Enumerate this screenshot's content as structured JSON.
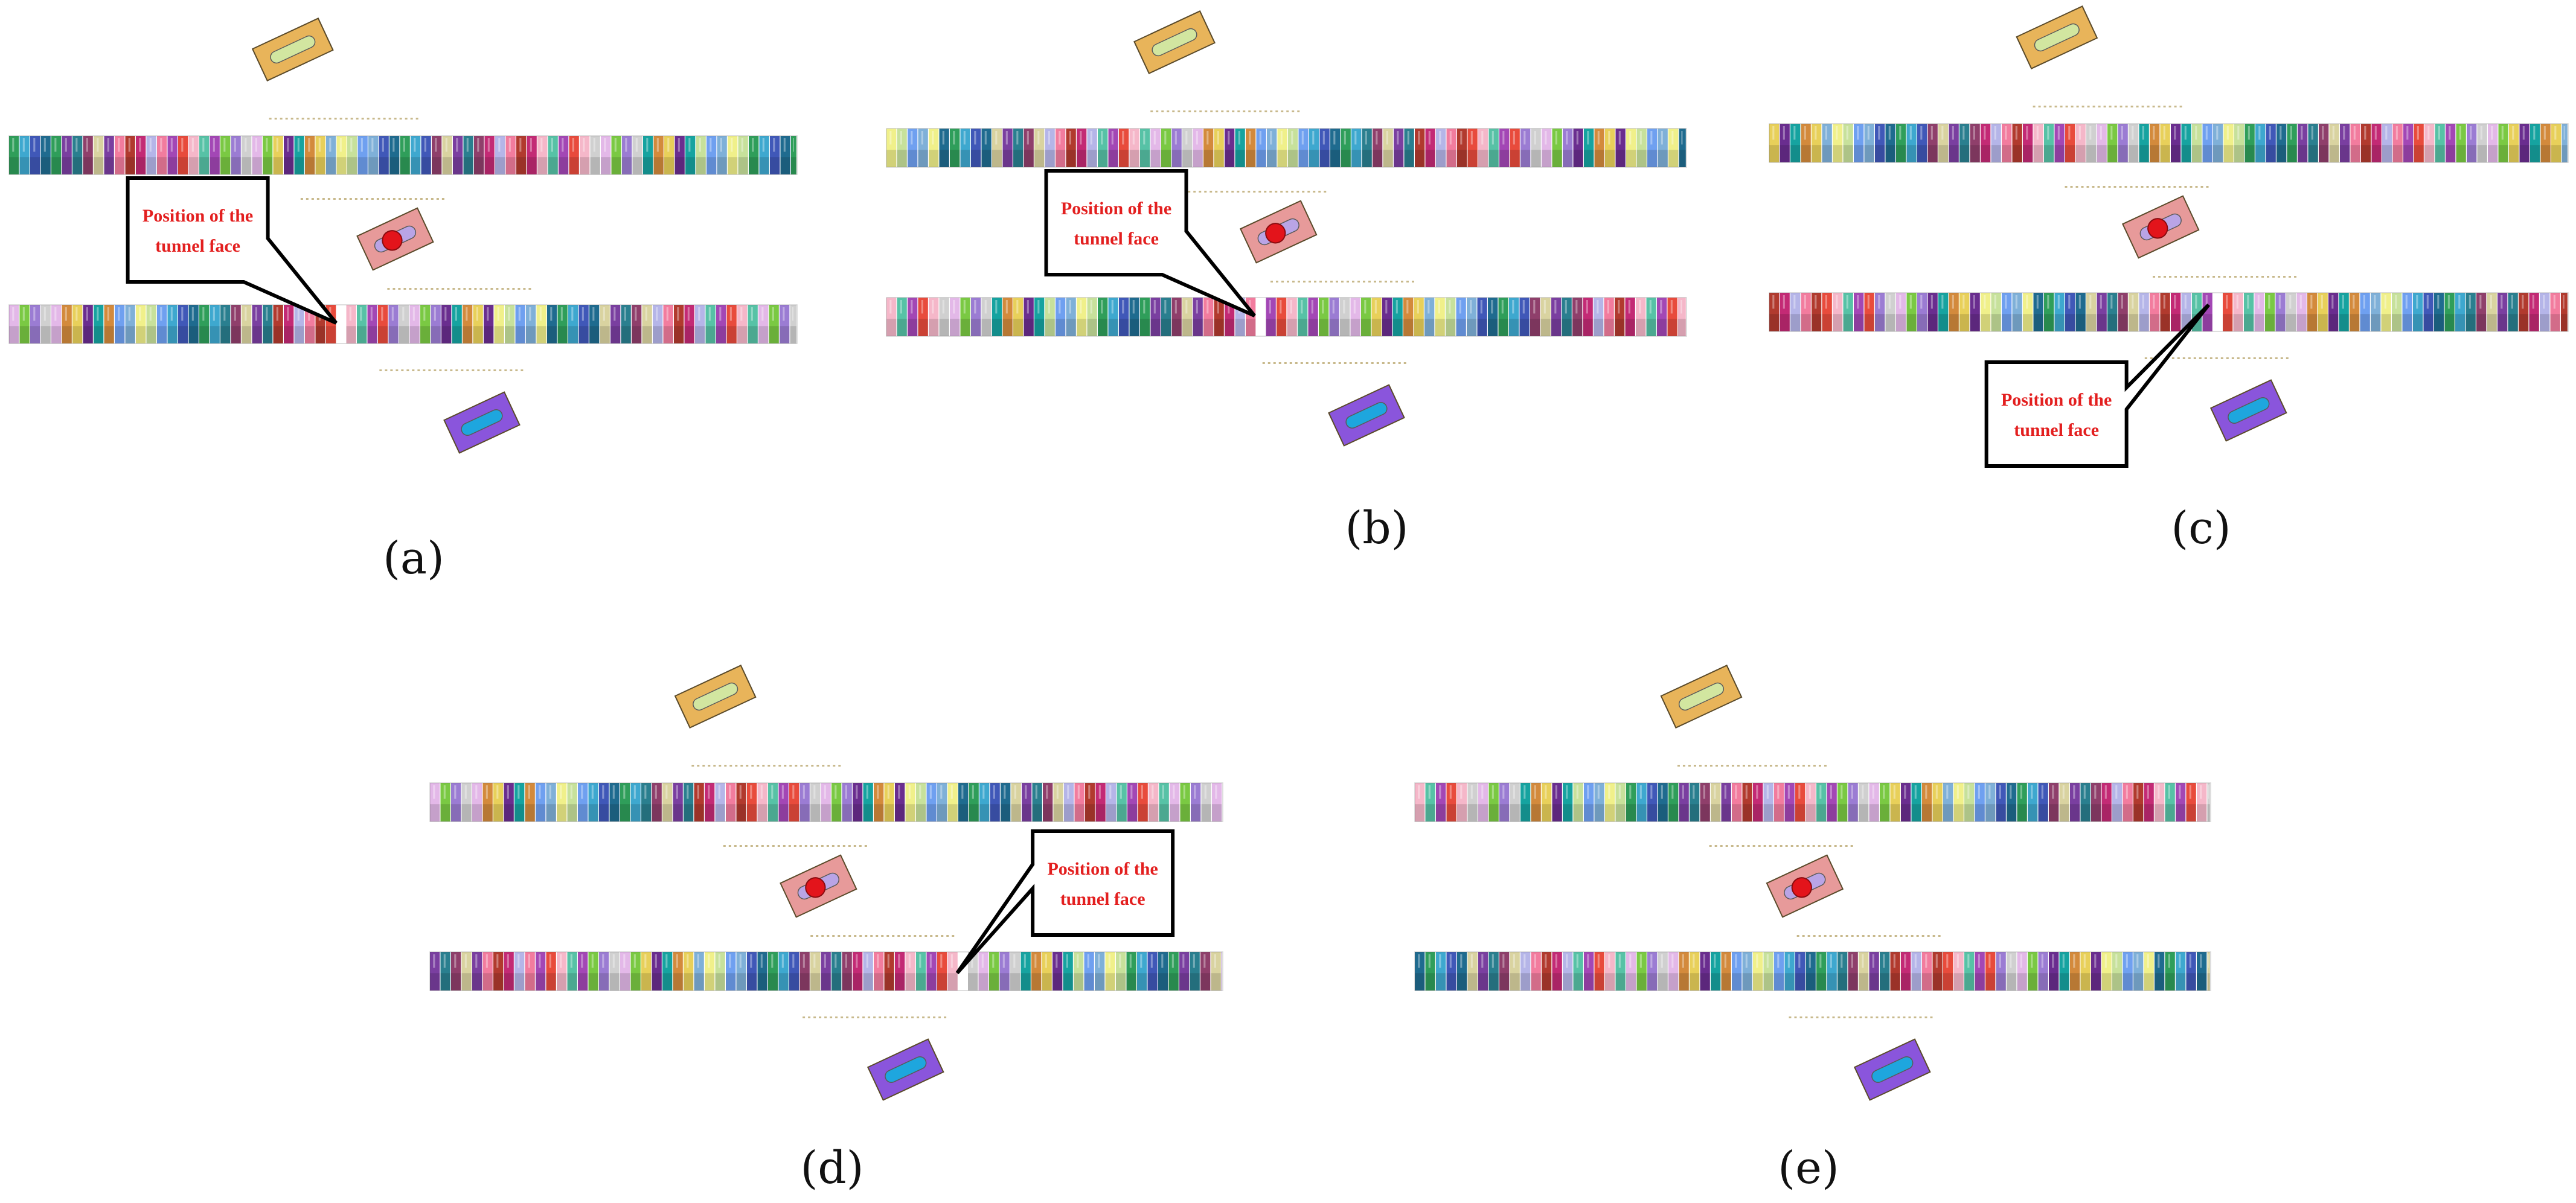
{
  "colors": {
    "background": "#ffffff",
    "callout_text": "#e31f1f",
    "callout_border": "#000000",
    "dots": "#c8b98c",
    "building_orange": "#e8b45a",
    "building_orange_inner": "#d2e6a0",
    "building_pink": "#e79a9a",
    "building_pink_inner": "#b9a4e6",
    "marker_red": "#e3141b",
    "building_purple": "#8a55dc",
    "building_purple_inner": "#1ea6de",
    "ring_palette": [
      "#2f9e5a",
      "#6a2d8f",
      "#a347b5",
      "#d9d3a0",
      "#7fb0d8",
      "#e3b8e8",
      "#c32a75",
      "#3ea8cf",
      "#16a3a0",
      "#e84b3c",
      "#7a3fa0",
      "#f0f08a",
      "#7ac943",
      "#b5b5e8",
      "#4058b8",
      "#d38a3c",
      "#f5b7c9",
      "#2a7f8f",
      "#c7e19b",
      "#9b7cd3",
      "#f27c9e",
      "#1f6b8f",
      "#e8d05a",
      "#57c2a6",
      "#8f3f6b",
      "#6fa0f0",
      "#d0d0d0",
      "#b13a2e"
    ]
  },
  "panels": [
    {
      "id": "a",
      "caption": "(a)",
      "callout_label": [
        "Position of the",
        "tunnel face"
      ],
      "face_fraction": 0.415
    },
    {
      "id": "b",
      "caption": "(b)",
      "callout_label": [
        "Position of the",
        "tunnel face"
      ],
      "face_fraction": 0.46
    },
    {
      "id": "c",
      "caption": "(c)",
      "callout_label": [
        "Position of the",
        "tunnel face"
      ],
      "face_fraction": 0.55
    },
    {
      "id": "d",
      "caption": "(d)",
      "callout_label": [
        "Position of the",
        "tunnel face"
      ],
      "face_fraction": 0.665
    },
    {
      "id": "e",
      "caption": "(e)",
      "callout_label": null,
      "face_fraction": null
    }
  ]
}
